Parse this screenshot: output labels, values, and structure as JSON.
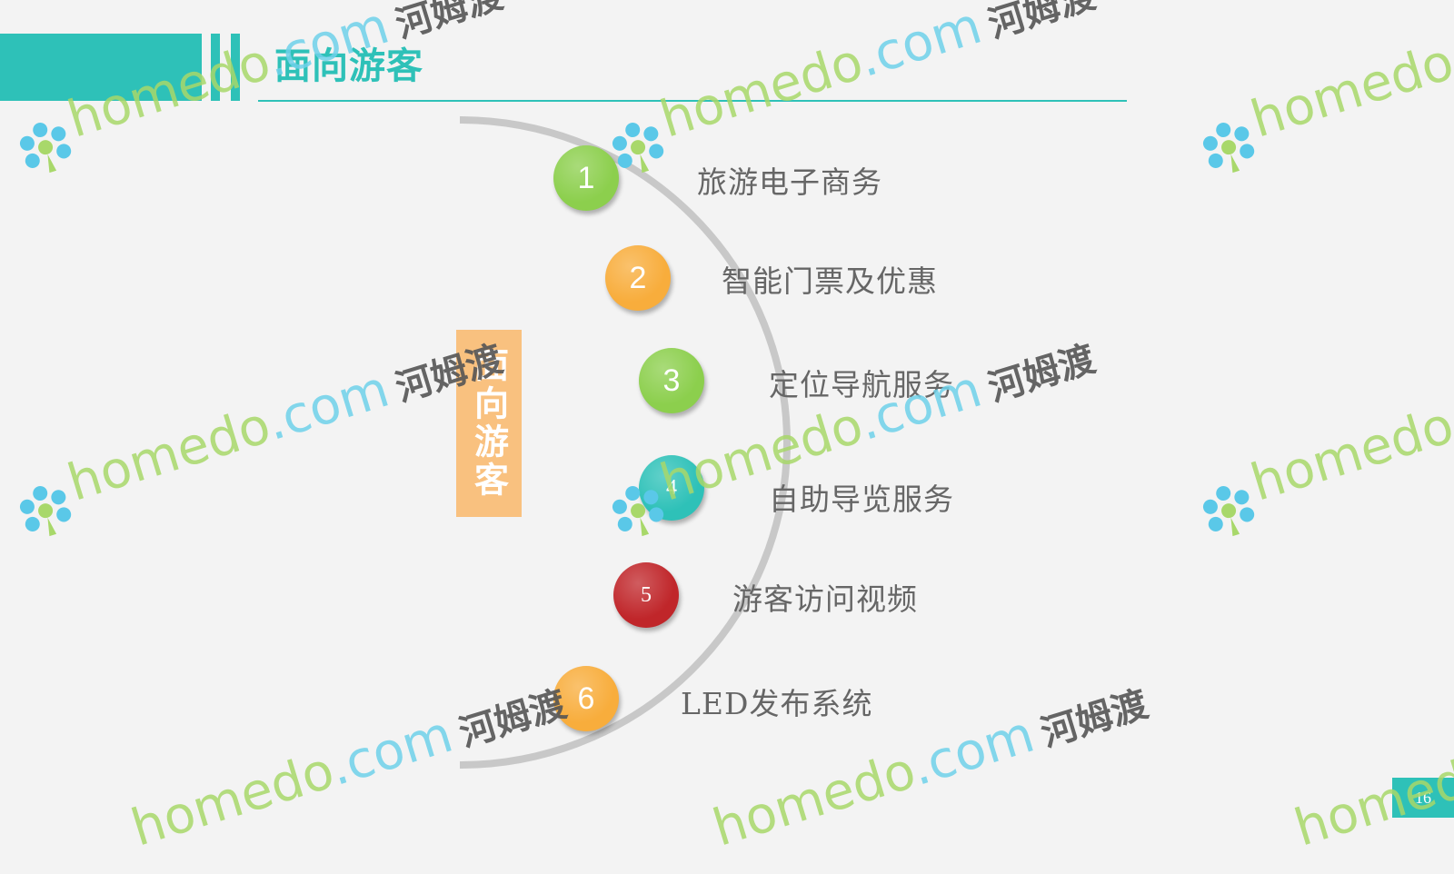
{
  "header": {
    "title": "面向游客"
  },
  "side_label": "面向游客",
  "steps": [
    {
      "number": "1",
      "label": "旅游电子商务",
      "color": "#8ccf4d"
    },
    {
      "number": "2",
      "label": "智能门票及优惠",
      "color": "#f8ad3c"
    },
    {
      "number": "3",
      "label": "定位导航服务",
      "color": "#8ccf4d"
    },
    {
      "number": "4",
      "label": "自助导览服务",
      "color": "#2ec1b8"
    },
    {
      "number": "5",
      "label": "游客访问视频",
      "color": "#c0262a"
    },
    {
      "number": "6",
      "label": "LED发布系统",
      "color": "#f8ad3c"
    }
  ],
  "page_number": "16",
  "watermark": {
    "brand": "homedo",
    "domain": ".com",
    "chinese": "河姆渡",
    "icon": "flower-logo-icon"
  },
  "colors": {
    "accent": "#2ec1b8",
    "side_box": "#f9c17f",
    "arc": "#c8c8c8"
  }
}
